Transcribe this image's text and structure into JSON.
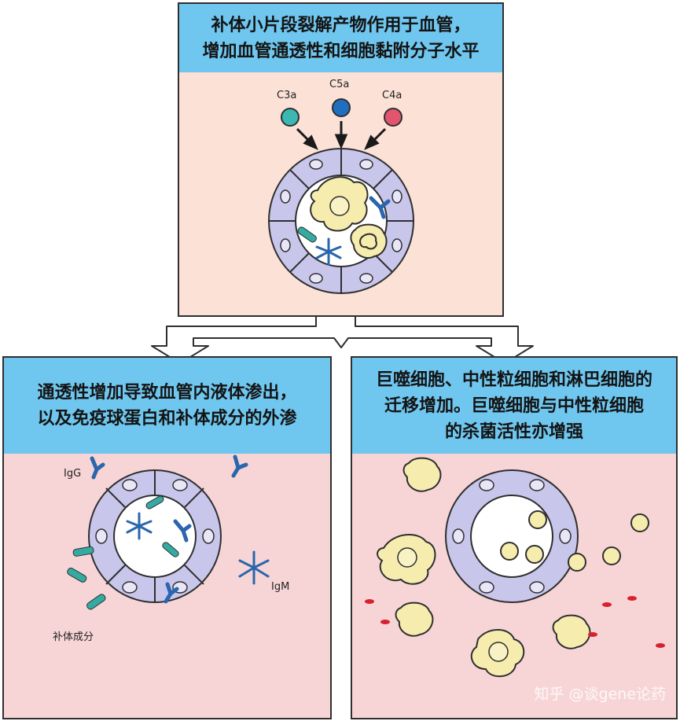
{
  "top_panel": {
    "title_line1": "补体小片段裂解产物作用于血管，",
    "title_line2": "增加血管通透性和细胞黏附分子水平",
    "labels": {
      "c3a": "C3a",
      "c5a": "C5a",
      "c4a": "C4a"
    },
    "colors": {
      "c3a": "#3bb8b1",
      "c5a": "#1f6fc1",
      "c4a": "#e25570"
    }
  },
  "bottom_left": {
    "title_line1": "通透性增加导致血管内液体渗出，",
    "title_line2": "以及免疫球蛋白和补体成分的外渗",
    "labels": {
      "igg": "IgG",
      "igm": "IgM",
      "complement": "补体成分"
    }
  },
  "bottom_right": {
    "title_line1": "巨噬细胞、中性粒细胞和淋巴细胞的",
    "title_line2": "迁移增加。巨噬细胞与中性粒细胞",
    "title_line3": "的杀菌活性亦增强"
  },
  "watermark": "知乎 @谈gene论药"
}
